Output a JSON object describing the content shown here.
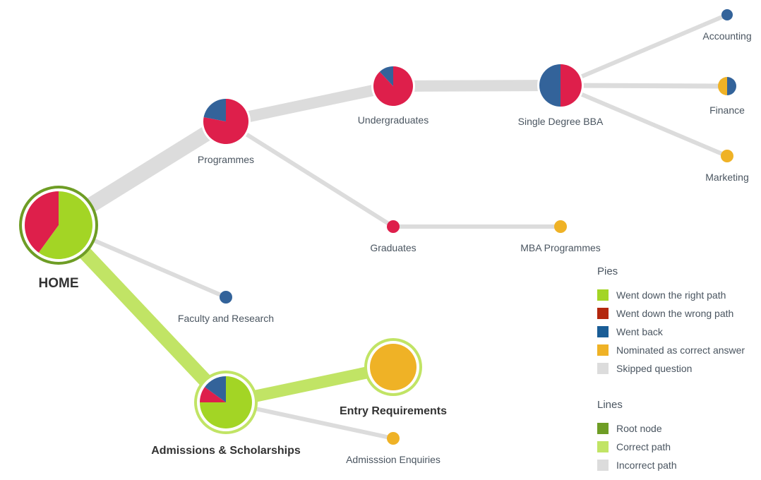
{
  "colors": {
    "right": "#a3d525",
    "wrong": "#de1f4b",
    "back": "#33639a",
    "nominated": "#efb226",
    "skipped": "#dcdcdc",
    "root_line": "#6e9d25",
    "correct_line": "#c1e465",
    "incorrect_line": "#dcdcdc"
  },
  "nodes": {
    "home": {
      "label": "HOME",
      "pie": [
        {
          "cat": "right",
          "value": 60
        },
        {
          "cat": "wrong",
          "value": 40
        }
      ]
    },
    "programmes": {
      "label": "Programmes",
      "pie": [
        {
          "cat": "wrong",
          "value": 78
        },
        {
          "cat": "back",
          "value": 22
        }
      ]
    },
    "undergraduates": {
      "label": "Undergraduates",
      "pie": [
        {
          "cat": "wrong",
          "value": 88
        },
        {
          "cat": "back",
          "value": 12
        }
      ]
    },
    "single_degree_bba": {
      "label": "Single Degree BBA",
      "pie": [
        {
          "cat": "wrong",
          "value": 50
        },
        {
          "cat": "back",
          "value": 50
        }
      ]
    },
    "accounting": {
      "label": "Accounting",
      "pie": [
        {
          "cat": "back",
          "value": 100
        }
      ]
    },
    "finance": {
      "label": "Finance",
      "pie": [
        {
          "cat": "back",
          "value": 50
        },
        {
          "cat": "nominated",
          "value": 50
        }
      ]
    },
    "marketing": {
      "label": "Marketing",
      "pie": [
        {
          "cat": "nominated",
          "value": 100
        }
      ]
    },
    "graduates": {
      "label": "Graduates",
      "pie": [
        {
          "cat": "wrong",
          "value": 100
        }
      ]
    },
    "mba_programmes": {
      "label": "MBA Programmes",
      "pie": [
        {
          "cat": "nominated",
          "value": 100
        }
      ]
    },
    "faculty_research": {
      "label": "Faculty and Research",
      "pie": [
        {
          "cat": "back",
          "value": 100
        }
      ]
    },
    "admissions": {
      "label": "Admissions & Scholarships",
      "pie": [
        {
          "cat": "right",
          "value": 75
        },
        {
          "cat": "wrong",
          "value": 10
        },
        {
          "cat": "back",
          "value": 15
        }
      ]
    },
    "entry_requirements": {
      "label": "Entry Requirements",
      "pie": [
        {
          "cat": "nominated",
          "value": 100
        }
      ]
    },
    "admission_enquiries": {
      "label": "Admisssion Enquiries",
      "pie": [
        {
          "cat": "nominated",
          "value": 100
        }
      ]
    }
  },
  "legend": {
    "pies_title": "Pies",
    "pies": [
      {
        "label": "Went down the right path",
        "color": "#a3d525"
      },
      {
        "label": "Went down the wrong path",
        "color": "#b3270d"
      },
      {
        "label": "Went back",
        "color": "#1a5d96"
      },
      {
        "label": "Nominated as correct answer",
        "color": "#efb226"
      },
      {
        "label": "Skipped question",
        "color": "#dcdcdc"
      }
    ],
    "lines_title": "Lines",
    "lines": [
      {
        "label": "Root node",
        "color": "#6e9d25"
      },
      {
        "label": "Correct path",
        "color": "#c1e465"
      },
      {
        "label": "Incorrect path",
        "color": "#dcdcdc"
      }
    ]
  }
}
